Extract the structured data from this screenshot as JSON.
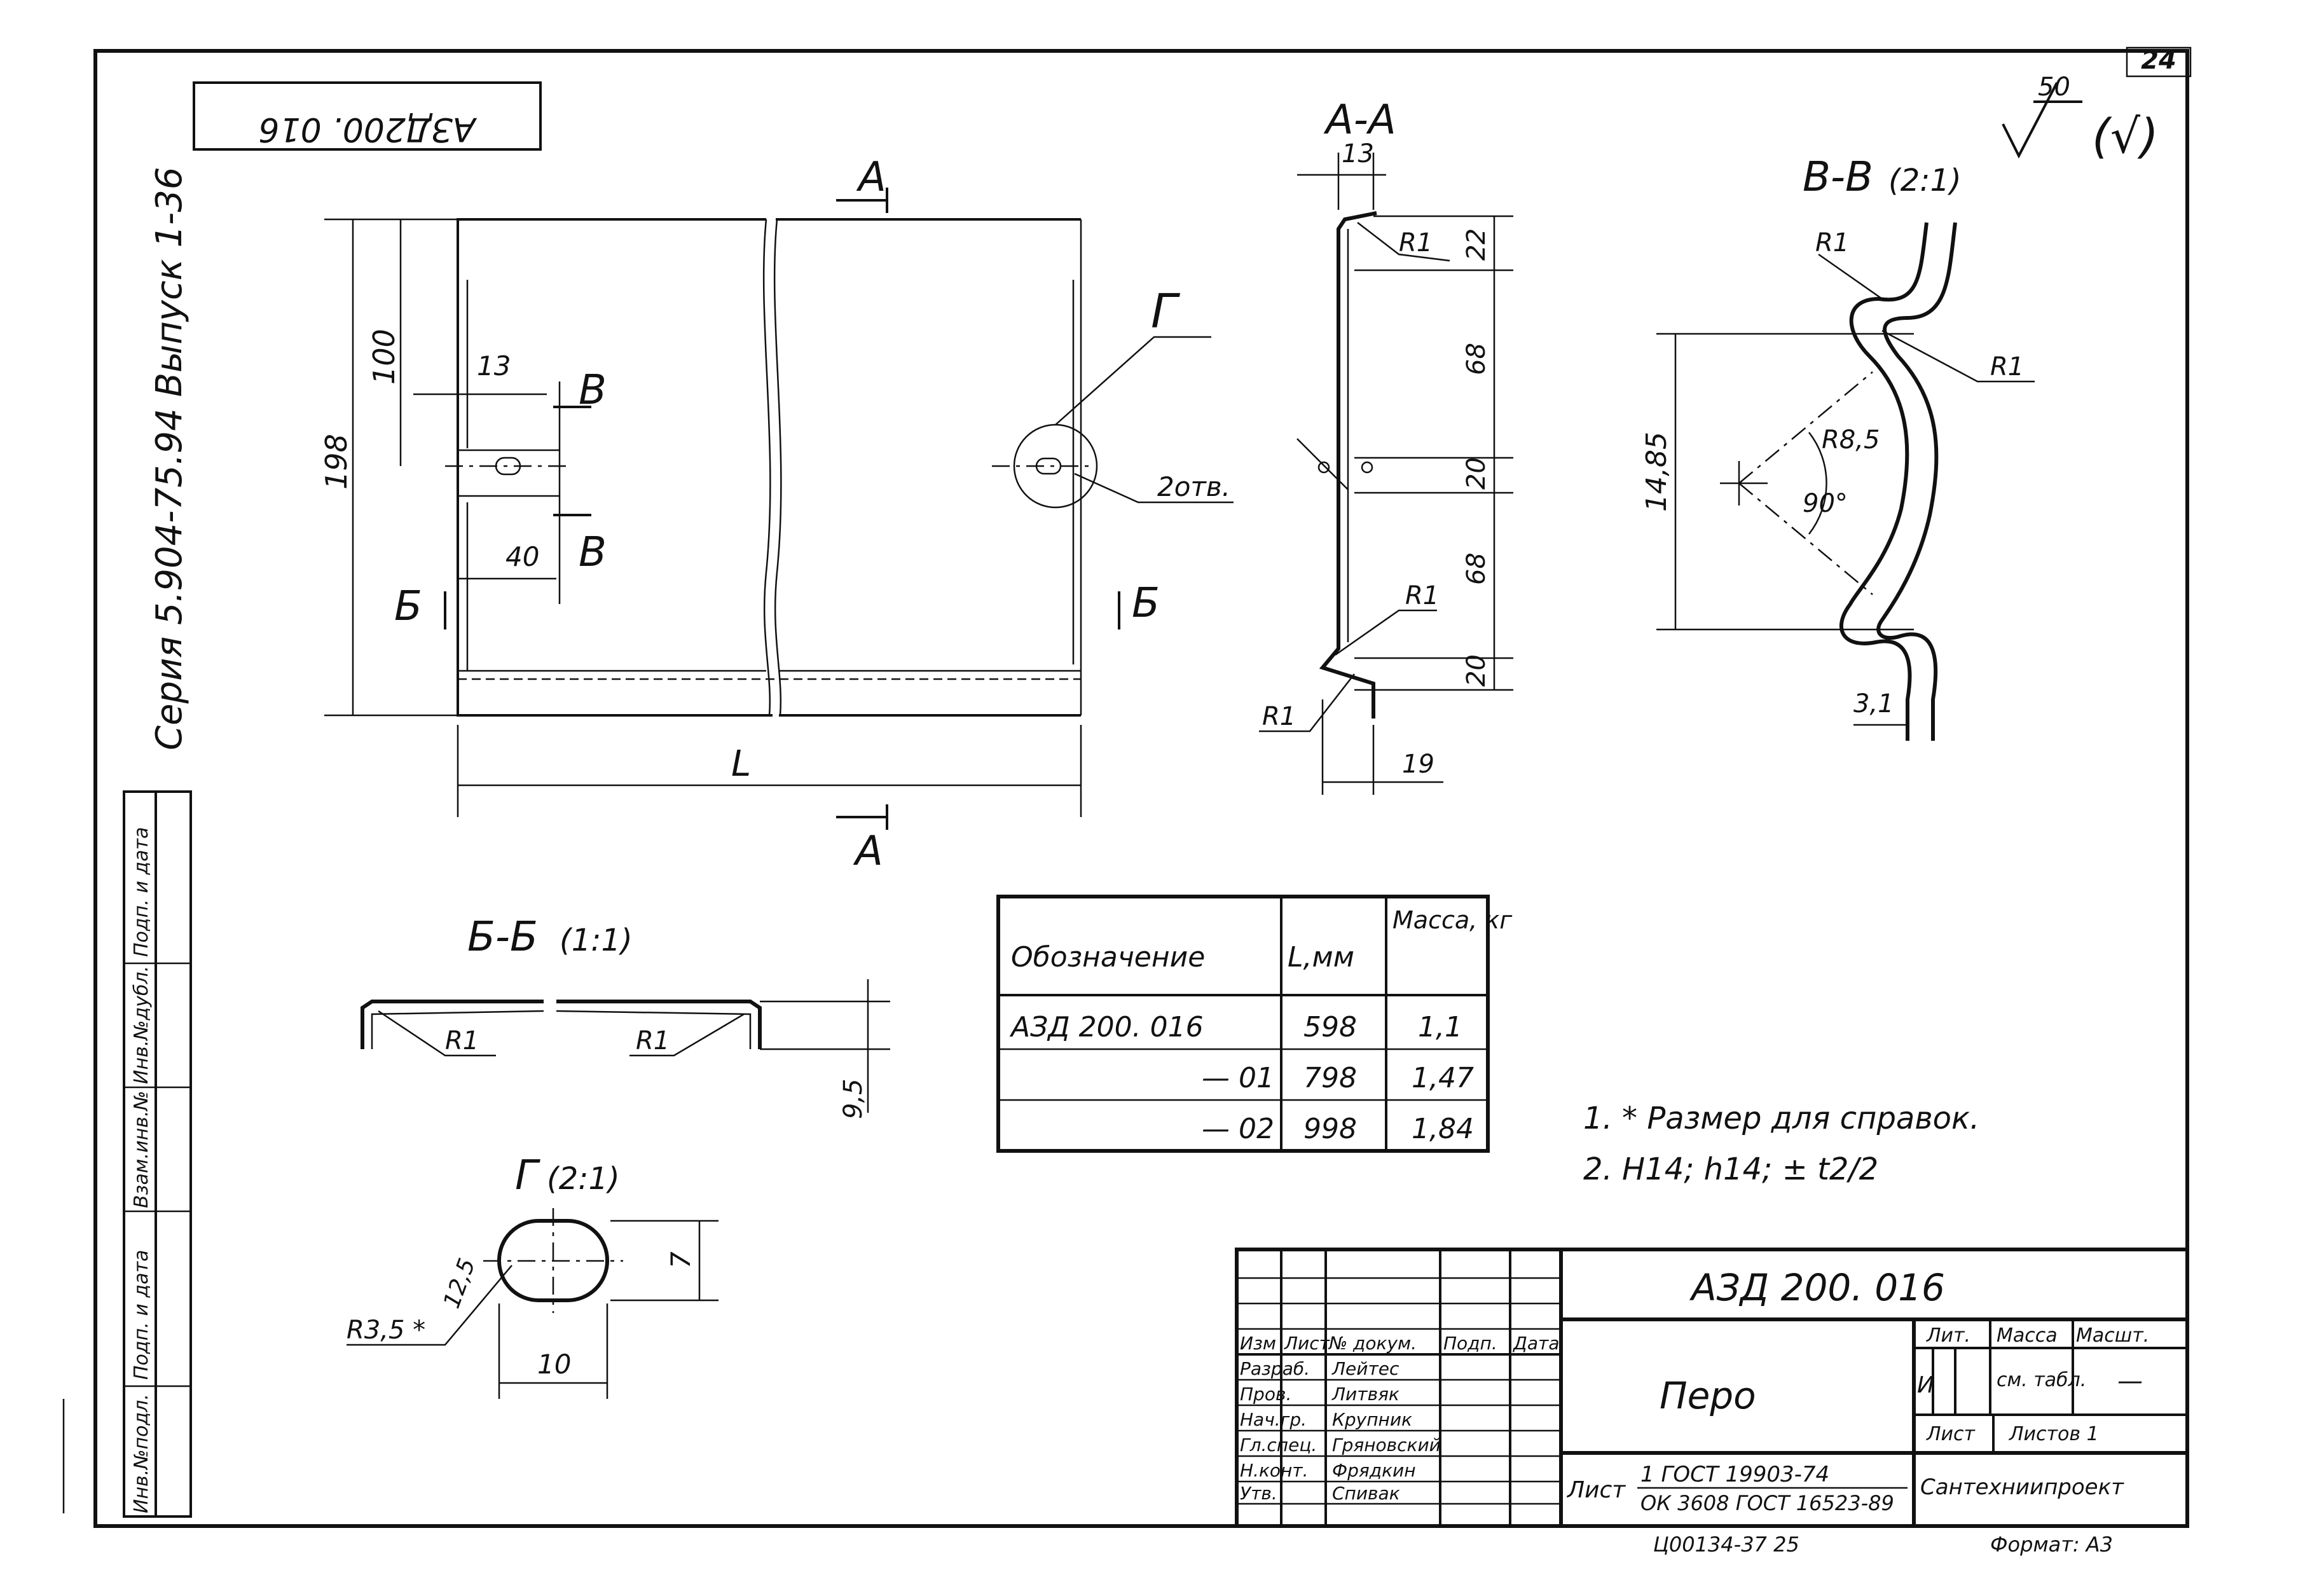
{
  "sheet": {
    "number": "24",
    "designation_mirrored": "АЗД200. 016",
    "series_text": "Серия 5.904-75.94 Выпуск 1-36",
    "roughness": {
      "value": "50",
      "extra": "(√)"
    }
  },
  "side_stamp": [
    "Инв.№подл.",
    "Подп. и дата",
    "Взам.инв.№",
    "Инв.№дубл.",
    "Подп. и дата"
  ],
  "front_view": {
    "section_a": "А",
    "section_b": "Б",
    "section_v": "В",
    "callout_g": "Г",
    "holes_label": "2отв.",
    "dims": {
      "height": "198",
      "upper": "100",
      "offset": "13",
      "width": "40",
      "length": "L"
    }
  },
  "section_aa": {
    "title": "А-А",
    "dims": {
      "top": "13",
      "d22": "22",
      "d68a": "68",
      "d20a": "20",
      "d68b": "68",
      "d20b": "20",
      "bottom": "19"
    },
    "radius": "R1"
  },
  "section_vv": {
    "title": "В-В",
    "scale": "(2:1)",
    "dims": {
      "radius_r1": "R1",
      "radius_main": "R8,5",
      "angle": "90°",
      "height": "14,85",
      "depth": "3,1"
    }
  },
  "section_bb": {
    "title": "Б-Б",
    "scale": "(1:1)",
    "radius": "R1",
    "height": "9,5"
  },
  "detail_g": {
    "title": "Г",
    "scale": "(2:1)",
    "radius": "R3,5 *",
    "diag": "12,5",
    "width": "10",
    "height": "7"
  },
  "table": {
    "headers": [
      "Обозначение",
      "L,мм",
      "Масса, кг"
    ],
    "rows": [
      [
        "АЗД 200. 016",
        "598",
        "1,1"
      ],
      [
        "— 01",
        "798",
        "1,47"
      ],
      [
        "— 02",
        "998",
        "1,84"
      ]
    ]
  },
  "notes": [
    "1. * Размер для справок.",
    "2. Н14;  h14;  ± t2/2"
  ],
  "title_block": {
    "designation": "АЗД 200. 016",
    "name": "Перо",
    "col_headers": [
      "Изм",
      "Лист",
      "№ докум.",
      "Подп.",
      "Дата"
    ],
    "roles": [
      {
        "role": "Разраб.",
        "name": "Лейтес"
      },
      {
        "role": "Пров.",
        "name": "Литвяк"
      },
      {
        "role": "Нач.гр.",
        "name": "Крупник"
      },
      {
        "role": "Гл.спец.",
        "name": "Гряновский"
      },
      {
        "role": "Н.конт.",
        "name": "Фрядкин"
      },
      {
        "role": "Утв.",
        "name": "Спивак"
      }
    ],
    "lit_header": "Лит.",
    "mass_header": "Масса",
    "scale_header": "Масшт.",
    "lit_value": "И",
    "mass_value": "см. табл.",
    "scale_value": "—",
    "sheet_label": "Лист",
    "sheets_label": "Листов 1",
    "material_label": "Лист",
    "material_line1": "1 ГОСТ 19903-74",
    "material_line2": "ОК 3608 ГОСТ 16523-89",
    "organization": "Сантехниипроект",
    "archive_no": "Ц00134-37  25",
    "format": "Формат: А3"
  }
}
